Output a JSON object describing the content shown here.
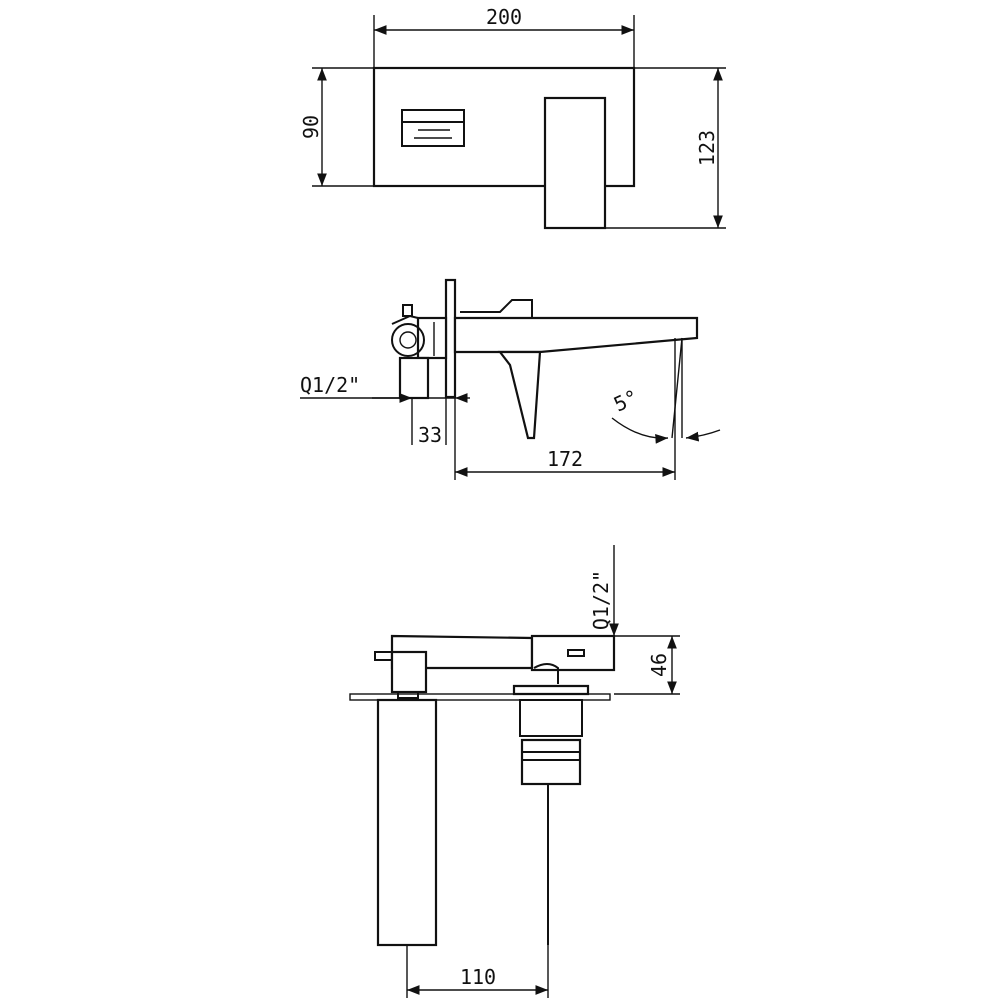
{
  "front_view": {
    "dim_width": "200",
    "dim_height_plate": "90",
    "dim_height_total": "123"
  },
  "side_view": {
    "thread_label": "Q1/2\"",
    "dim_depth": "33",
    "dim_reach": "172",
    "angle_label": "5°"
  },
  "top_view": {
    "thread_label": "Q1/2\"",
    "dim_height": "46",
    "dim_spacing": "110"
  }
}
